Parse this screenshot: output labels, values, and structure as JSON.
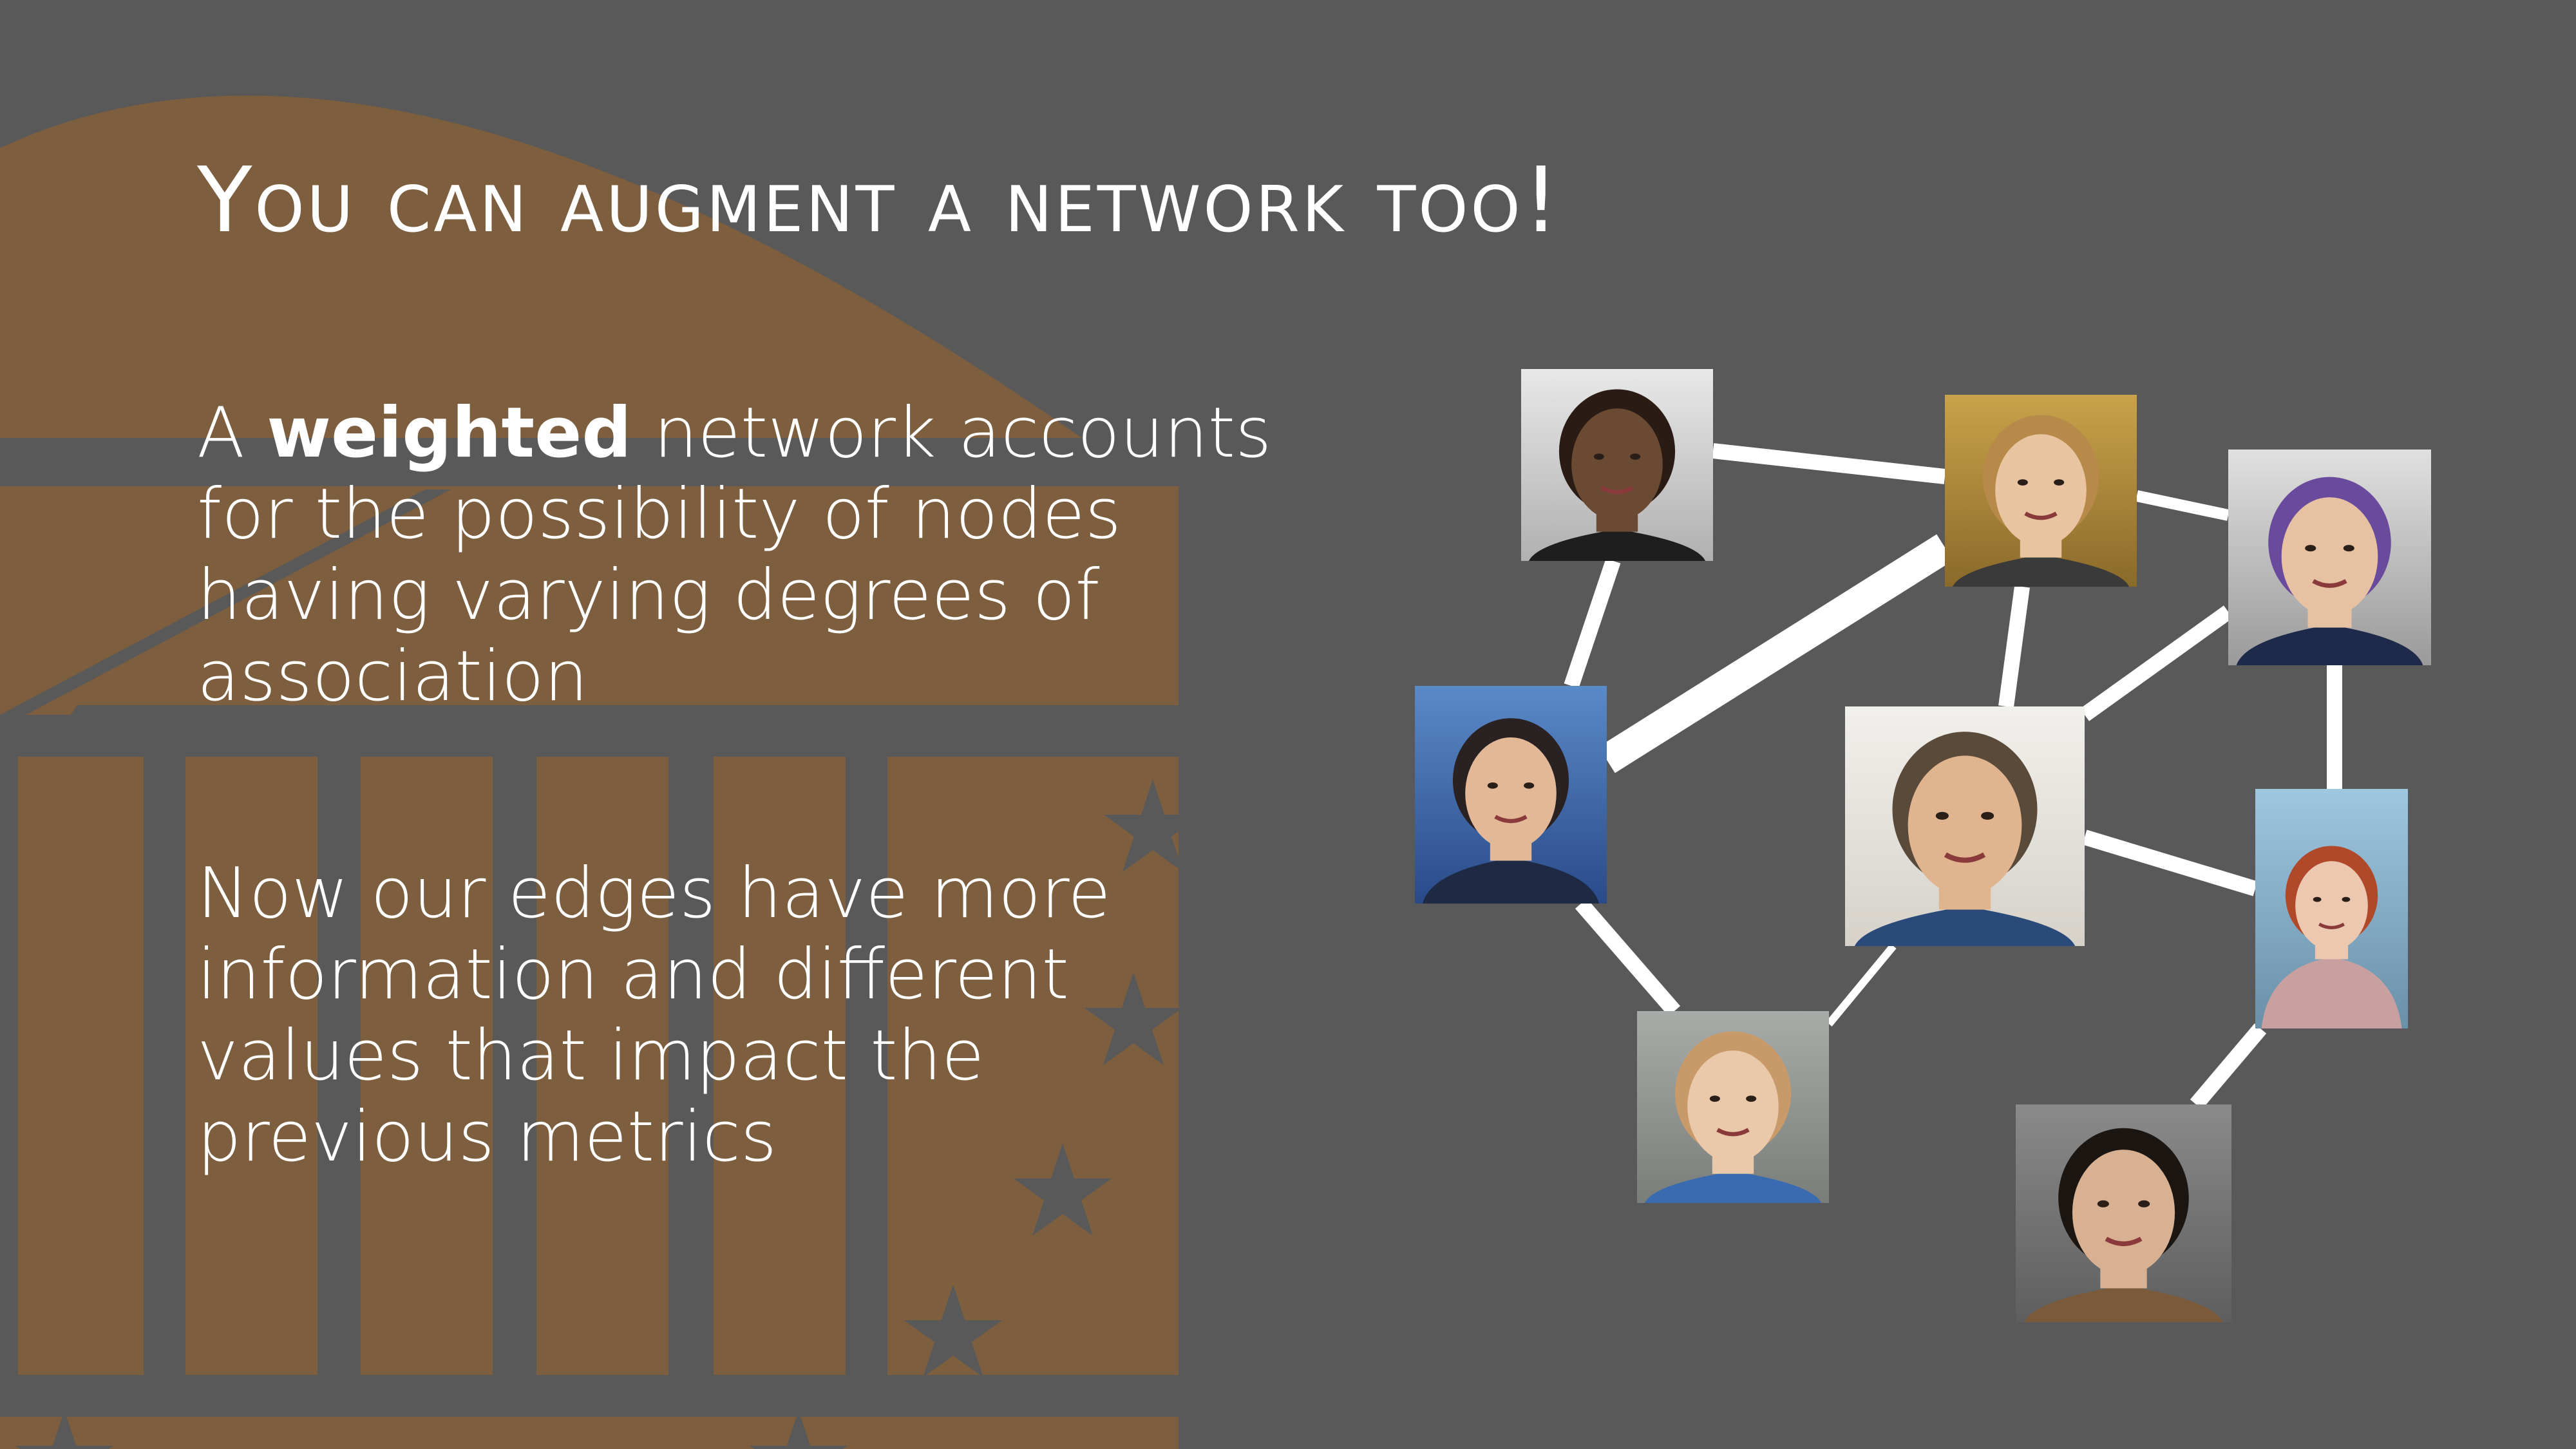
{
  "slide": {
    "title": "You can augment a network too!",
    "paragraph1": {
      "prefix": "A ",
      "bold": "weighted",
      "suffix": " network accounts for the possibility of nodes having varying degrees of association"
    },
    "paragraph2": "Now our edges have more information and different values that impact the previous metrics"
  },
  "colors": {
    "background": "#595959",
    "decor": "#7d5e3e",
    "text": "#ffffff",
    "edge": "#ffffff"
  },
  "network": {
    "nodes": [
      {
        "id": "n1",
        "icon": "person-photo"
      },
      {
        "id": "n2",
        "icon": "person-photo"
      },
      {
        "id": "n3",
        "icon": "person-photo"
      },
      {
        "id": "n4",
        "icon": "person-photo"
      },
      {
        "id": "n5",
        "icon": "person-photo"
      },
      {
        "id": "n6",
        "icon": "person-photo"
      },
      {
        "id": "n7",
        "icon": "person-photo"
      },
      {
        "id": "n8",
        "icon": "person-photo"
      }
    ],
    "edges": [
      {
        "from": "n1",
        "to": "n2",
        "weight": 2
      },
      {
        "from": "n1",
        "to": "n4",
        "weight": 2
      },
      {
        "from": "n2",
        "to": "n3",
        "weight": 1.5
      },
      {
        "from": "n2",
        "to": "n4",
        "weight": 4
      },
      {
        "from": "n2",
        "to": "n5",
        "weight": 2
      },
      {
        "from": "n3",
        "to": "n5",
        "weight": 2
      },
      {
        "from": "n3",
        "to": "n7",
        "weight": 2
      },
      {
        "from": "n4",
        "to": "n6",
        "weight": 2
      },
      {
        "from": "n5",
        "to": "n6",
        "weight": 1
      },
      {
        "from": "n5",
        "to": "n7",
        "weight": 2
      },
      {
        "from": "n7",
        "to": "n8",
        "weight": 2
      }
    ]
  }
}
